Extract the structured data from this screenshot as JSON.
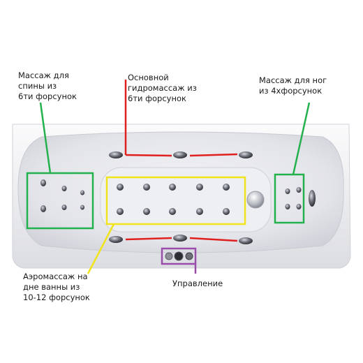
{
  "labels": {
    "back": {
      "line1": "Массаж для",
      "line2": "спины из",
      "line3": "6ти форсунок"
    },
    "main": {
      "line1": "Основной",
      "line2": "гидромассаж из",
      "line3": "6ти форсунок"
    },
    "legs": {
      "line1": "Массаж для ног",
      "line2": "из 4хфорсунок"
    },
    "aero": {
      "line1": "Аэромассаж на",
      "line2": "дне ванны из",
      "line3": "10-12 форсунок"
    },
    "control": {
      "line1": "Управление"
    }
  },
  "colors": {
    "back": "#22b14c",
    "main": "#e0201f",
    "legs": "#22b14c",
    "aero": "#f0e41a",
    "control": "#9b4dab",
    "tub_inner": "#e7e8ec",
    "tub_rim": "#f4f4f6"
  },
  "icons": [
    "nozzle-icon",
    "drain-icon",
    "control-button-icon"
  ]
}
